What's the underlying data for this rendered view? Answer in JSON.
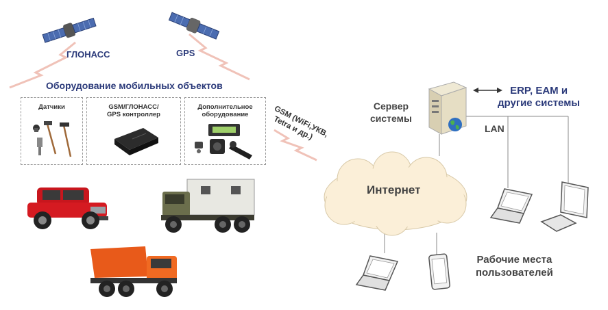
{
  "satellites": {
    "glonass_label": "ГЛОНАСС",
    "gps_label": "GPS"
  },
  "equipment": {
    "title": "Оборудование мобильных объектов",
    "sensors_title": "Датчики",
    "controller_title_line1": "GSM/ГЛОНАСС/",
    "controller_title_line2": "GPS контроллер",
    "extra_title_line1": "Дополнительное",
    "extra_title_line2": "оборудование"
  },
  "link": {
    "line1": "GSM (WiFi,УКВ,",
    "line2": "Tetra и др.)"
  },
  "server": {
    "line1": "Сервер",
    "line2": "системы"
  },
  "erp": {
    "line1": "ERP, EAM и",
    "line2": "другие системы"
  },
  "lan_label": "LAN",
  "internet_label": "Интернет",
  "workplaces": {
    "line1": "Рабочие места",
    "line2": "пользователей"
  },
  "colors": {
    "heading": "#2b3a7a",
    "jeep": "#c8161d",
    "truck_body": "#e8e8e2",
    "dump_truck": "#e85a1a",
    "cloud": "#fbefd8",
    "signal": "#f0c2b8"
  },
  "icons": {
    "satellite": "satellite-icon",
    "server": "server-icon",
    "globe": "globe-icon",
    "laptop": "laptop-icon",
    "monitor": "desktop-icon",
    "tablet": "tablet-icon"
  }
}
